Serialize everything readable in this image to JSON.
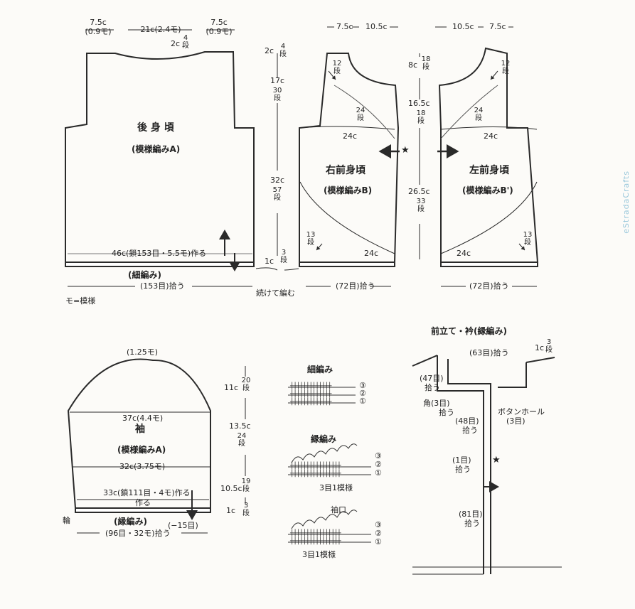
{
  "watermark": "eStradaCrafts",
  "note": "モ=模様",
  "back": {
    "title": "後 身 頃",
    "pattern": "(模様編みA)",
    "top_left_w": "7.5c",
    "top_left_m": "(0.9モ)",
    "top_center": "21c(2.4モ)",
    "top_right_w": "7.5c",
    "top_right_m": "(0.9モ)",
    "neck": "2c",
    "neck_rows": "4段",
    "foundation": "46c(鎖153目・5.5モ)作る",
    "border": "(細編み)",
    "pickup": "(153目)拾う",
    "h1": "2c",
    "h1_rows": "4段",
    "h2": "17c",
    "h2_rows": "30段",
    "h3": "32c",
    "h3_rows": "57段",
    "h4": "1c",
    "h4_rows": "3段",
    "continue": "続けて編む"
  },
  "right_front": {
    "title": "右前身頃",
    "pattern": "(模様編みB)",
    "w1": "7.5c",
    "w2": "10.5c",
    "rows_12": "12段",
    "rows_24": "24段",
    "rows_13": "13段",
    "width_top": "24c",
    "width_bottom": "24c",
    "pickup": "(72目)拾う",
    "star": "★"
  },
  "front_heights": {
    "h1": "8c",
    "h1_rows": "18段",
    "h2": "16.5c",
    "h2_rows": "18段",
    "h3": "26.5c",
    "h3_rows": "33段"
  },
  "left_front": {
    "title": "左前身頃",
    "pattern": "(模様編みB')",
    "w1": "10.5c",
    "w2": "7.5c",
    "rows_12": "12段",
    "rows_24": "24段",
    "rows_13": "13段",
    "width_top": "24c",
    "width_bottom": "24c",
    "pickup": "(72目)拾う"
  },
  "sleeve": {
    "title": "袖",
    "pattern": "(模様編みA)",
    "cap": "(1.25モ)",
    "width1": "37c(4.4モ)",
    "width2": "32c(3.75モ)",
    "foundation": "33c(鎖111目・4モ)作る",
    "ring": "輪",
    "border": "(縁編み)",
    "decrease": "(−15目)",
    "pickup": "(96目・32モ)拾う",
    "h1": "11c",
    "h1_rows": "20段",
    "h2": "13.5c",
    "h2_rows": "24段",
    "h3": "10.5c",
    "h3_rows": "19段",
    "h4": "1c",
    "h4_rows": "3段"
  },
  "charts": {
    "sc_title": "細編み",
    "edge_title": "縁編み",
    "edge_repeat": "3目1模様",
    "cuff_title": "袖口",
    "cuff_repeat": "3目1模様",
    "r1": "①",
    "r2": "②",
    "r3": "③"
  },
  "band": {
    "title": "前立て・衿(縁編み)",
    "neck_pickup": "(63目)拾う",
    "rows": "1c",
    "rows_n": "3段",
    "a47": "(47目)",
    "a47b": "拾う",
    "corner": "角(3目)",
    "cornerb": "拾う",
    "buttonhole": "ボタンホール",
    "buttonholeb": "(3目)",
    "a48": "(48目)",
    "a48b": "拾う",
    "a1": "(1目)",
    "a1b": "拾う",
    "a81": "(81目)",
    "a81b": "拾う",
    "star": "★"
  }
}
